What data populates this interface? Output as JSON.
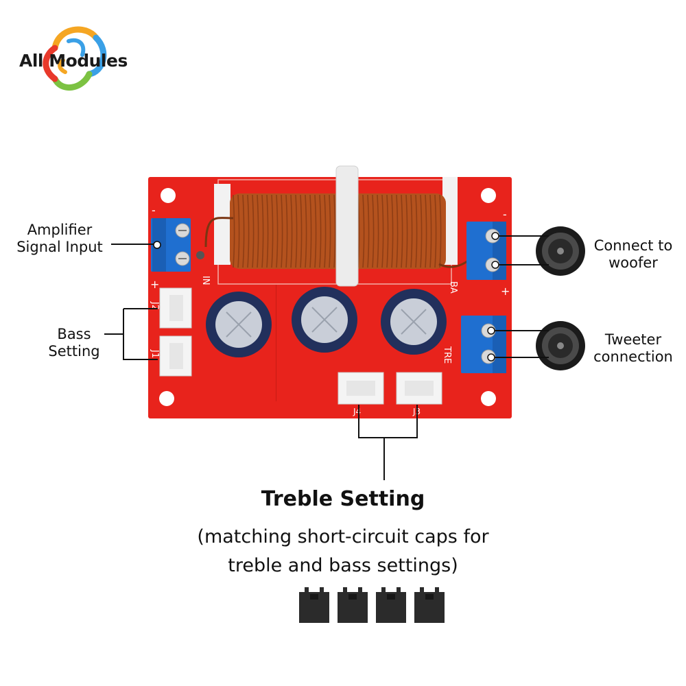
{
  "logo": {
    "text": "All Modules"
  },
  "callouts": {
    "amp_input": [
      "Amplifier",
      "Signal Input"
    ],
    "bass": [
      "Bass",
      "Setting"
    ],
    "woofer": [
      "Connect to",
      "woofer"
    ],
    "tweeter": [
      "Tweeter",
      "connection"
    ]
  },
  "heading": {
    "title": "Treble Setting",
    "subtitle": [
      "(matching short-circuit caps for",
      "treble and bass settings)"
    ]
  },
  "board_silkscreen": {
    "in_label": "IN",
    "bass_label": "BA",
    "treble_label": "TRE",
    "j1": "J1",
    "j2": "J2",
    "j3": "J3",
    "j4": "J4",
    "minus": "-",
    "plus": "+"
  },
  "jumper_count": 4,
  "colors": {
    "board": "#e8231c",
    "terminal": "#1f6fd0",
    "coil": "#b4521e",
    "capacitor": "#22305c",
    "jumper": "#2b2b2b"
  }
}
